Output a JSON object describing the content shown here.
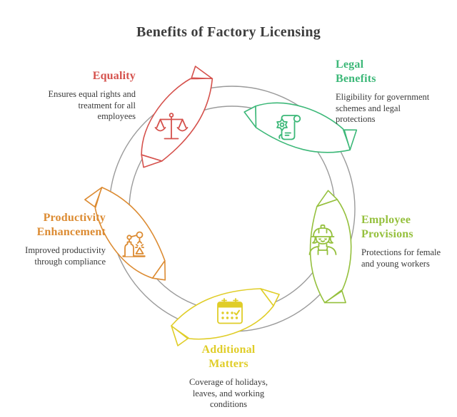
{
  "title": "Benefits of Factory Licensing",
  "title_color": "#3d3d3d",
  "text_color": "#3a3a3a",
  "ring_color": "#9b9b9b",
  "background": "#ffffff",
  "segments": [
    {
      "id": "equality",
      "label": "Equality",
      "description": "Ensures equal rights and treatment for all employees",
      "color": "#d5514c",
      "icon": "scales-of-justice-icon",
      "position": "top-left"
    },
    {
      "id": "legal-benefits",
      "label": "Legal Benefits",
      "description": "Eligibility for government schemes and legal protections",
      "color": "#3cb878",
      "icon": "certificate-scroll-icon",
      "position": "top-right"
    },
    {
      "id": "employee-provisions",
      "label": "Employee Provisions",
      "description": "Protections for female and young workers",
      "color": "#95c03d",
      "icon": "female-worker-icon",
      "position": "right"
    },
    {
      "id": "additional-matters",
      "label": "Additional Matters",
      "description": "Coverage of holidays, leaves, and working conditions",
      "color": "#e0cd28",
      "icon": "calendar-check-icon",
      "position": "bottom"
    },
    {
      "id": "productivity-enhancement",
      "label": "Productivity Enhancement",
      "description": "Improved productivity through compliance",
      "color": "#dc8b32",
      "icon": "robotic-arm-icon",
      "position": "left"
    }
  ]
}
